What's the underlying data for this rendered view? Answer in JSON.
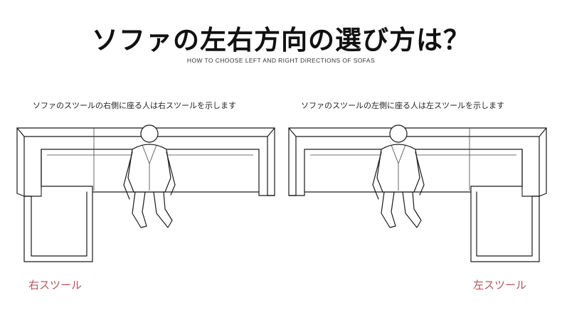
{
  "header": {
    "title": "ソファの左右方向の選び方は？",
    "subtitle": "HOW TO CHOOSE LEFT AND RIGHT DIRECTIONS OF SOFAS"
  },
  "panels": [
    {
      "caption": "ソファのスツールの右側に座る人は右スツールを示します",
      "stool_label": "右スツール",
      "chaise_side": "left"
    },
    {
      "caption": "ソファのスツールの左側に座る人は左スツールを示します",
      "stool_label": "左スツール",
      "chaise_side": "right"
    }
  ],
  "colors": {
    "label": "#b5545c",
    "line": "#1a1a1a"
  }
}
